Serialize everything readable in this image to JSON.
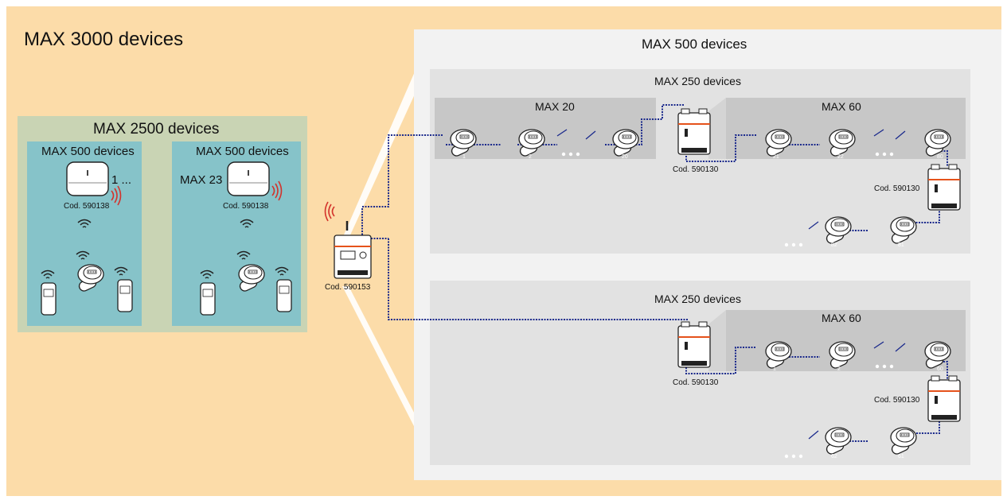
{
  "outer": {
    "title": "MAX 3000 devices"
  },
  "left_group": {
    "title": "MAX 2500 devices",
    "panels": [
      {
        "title": "MAX 500 devices",
        "hub_code": "Cod. 590138",
        "count_label": "1 ..."
      },
      {
        "title": "MAX 500 devices",
        "hub_code": "Cod. 590138",
        "count_label": "MAX 23"
      }
    ]
  },
  "gateway": {
    "code": "Cod. 590153"
  },
  "right_group": {
    "title": "MAX 500 devices",
    "subgroups": [
      {
        "title": "MAX 250 devices",
        "segments": [
          {
            "title": "MAX 20",
            "meters": [
              "1",
              "2",
              "20"
            ]
          },
          {
            "title": "MAX 60",
            "meters": [
              "21",
              "22",
              "80"
            ]
          }
        ],
        "repeater_codes": [
          "Cod. 590130",
          "Cod. 590130"
        ],
        "extra_meters": [
          "82",
          "81"
        ]
      },
      {
        "title": "MAX 250 devices",
        "segments": [
          {
            "title": "MAX 60",
            "meters": [
              "1",
              "2",
              "60"
            ]
          }
        ],
        "repeater_codes": [
          "Cod. 590130",
          "Cod. 590130"
        ],
        "extra_meters": [
          "62",
          "61"
        ]
      }
    ]
  },
  "colors": {
    "background": "#fcdca9",
    "left_group": "#c9d4b4",
    "panel": "#86c3c9",
    "right_group": "#f2f2f2",
    "subgroup": "#e2e2e2",
    "segment": "#c7c7c7",
    "bus_line": "#1b2a8c",
    "signal": "#d3322b"
  },
  "icons": [
    "water-meter-icon",
    "wireless-hub-icon",
    "gateway-icon",
    "repeater-icon",
    "wifi-signal-icon",
    "sensor-icon"
  ]
}
